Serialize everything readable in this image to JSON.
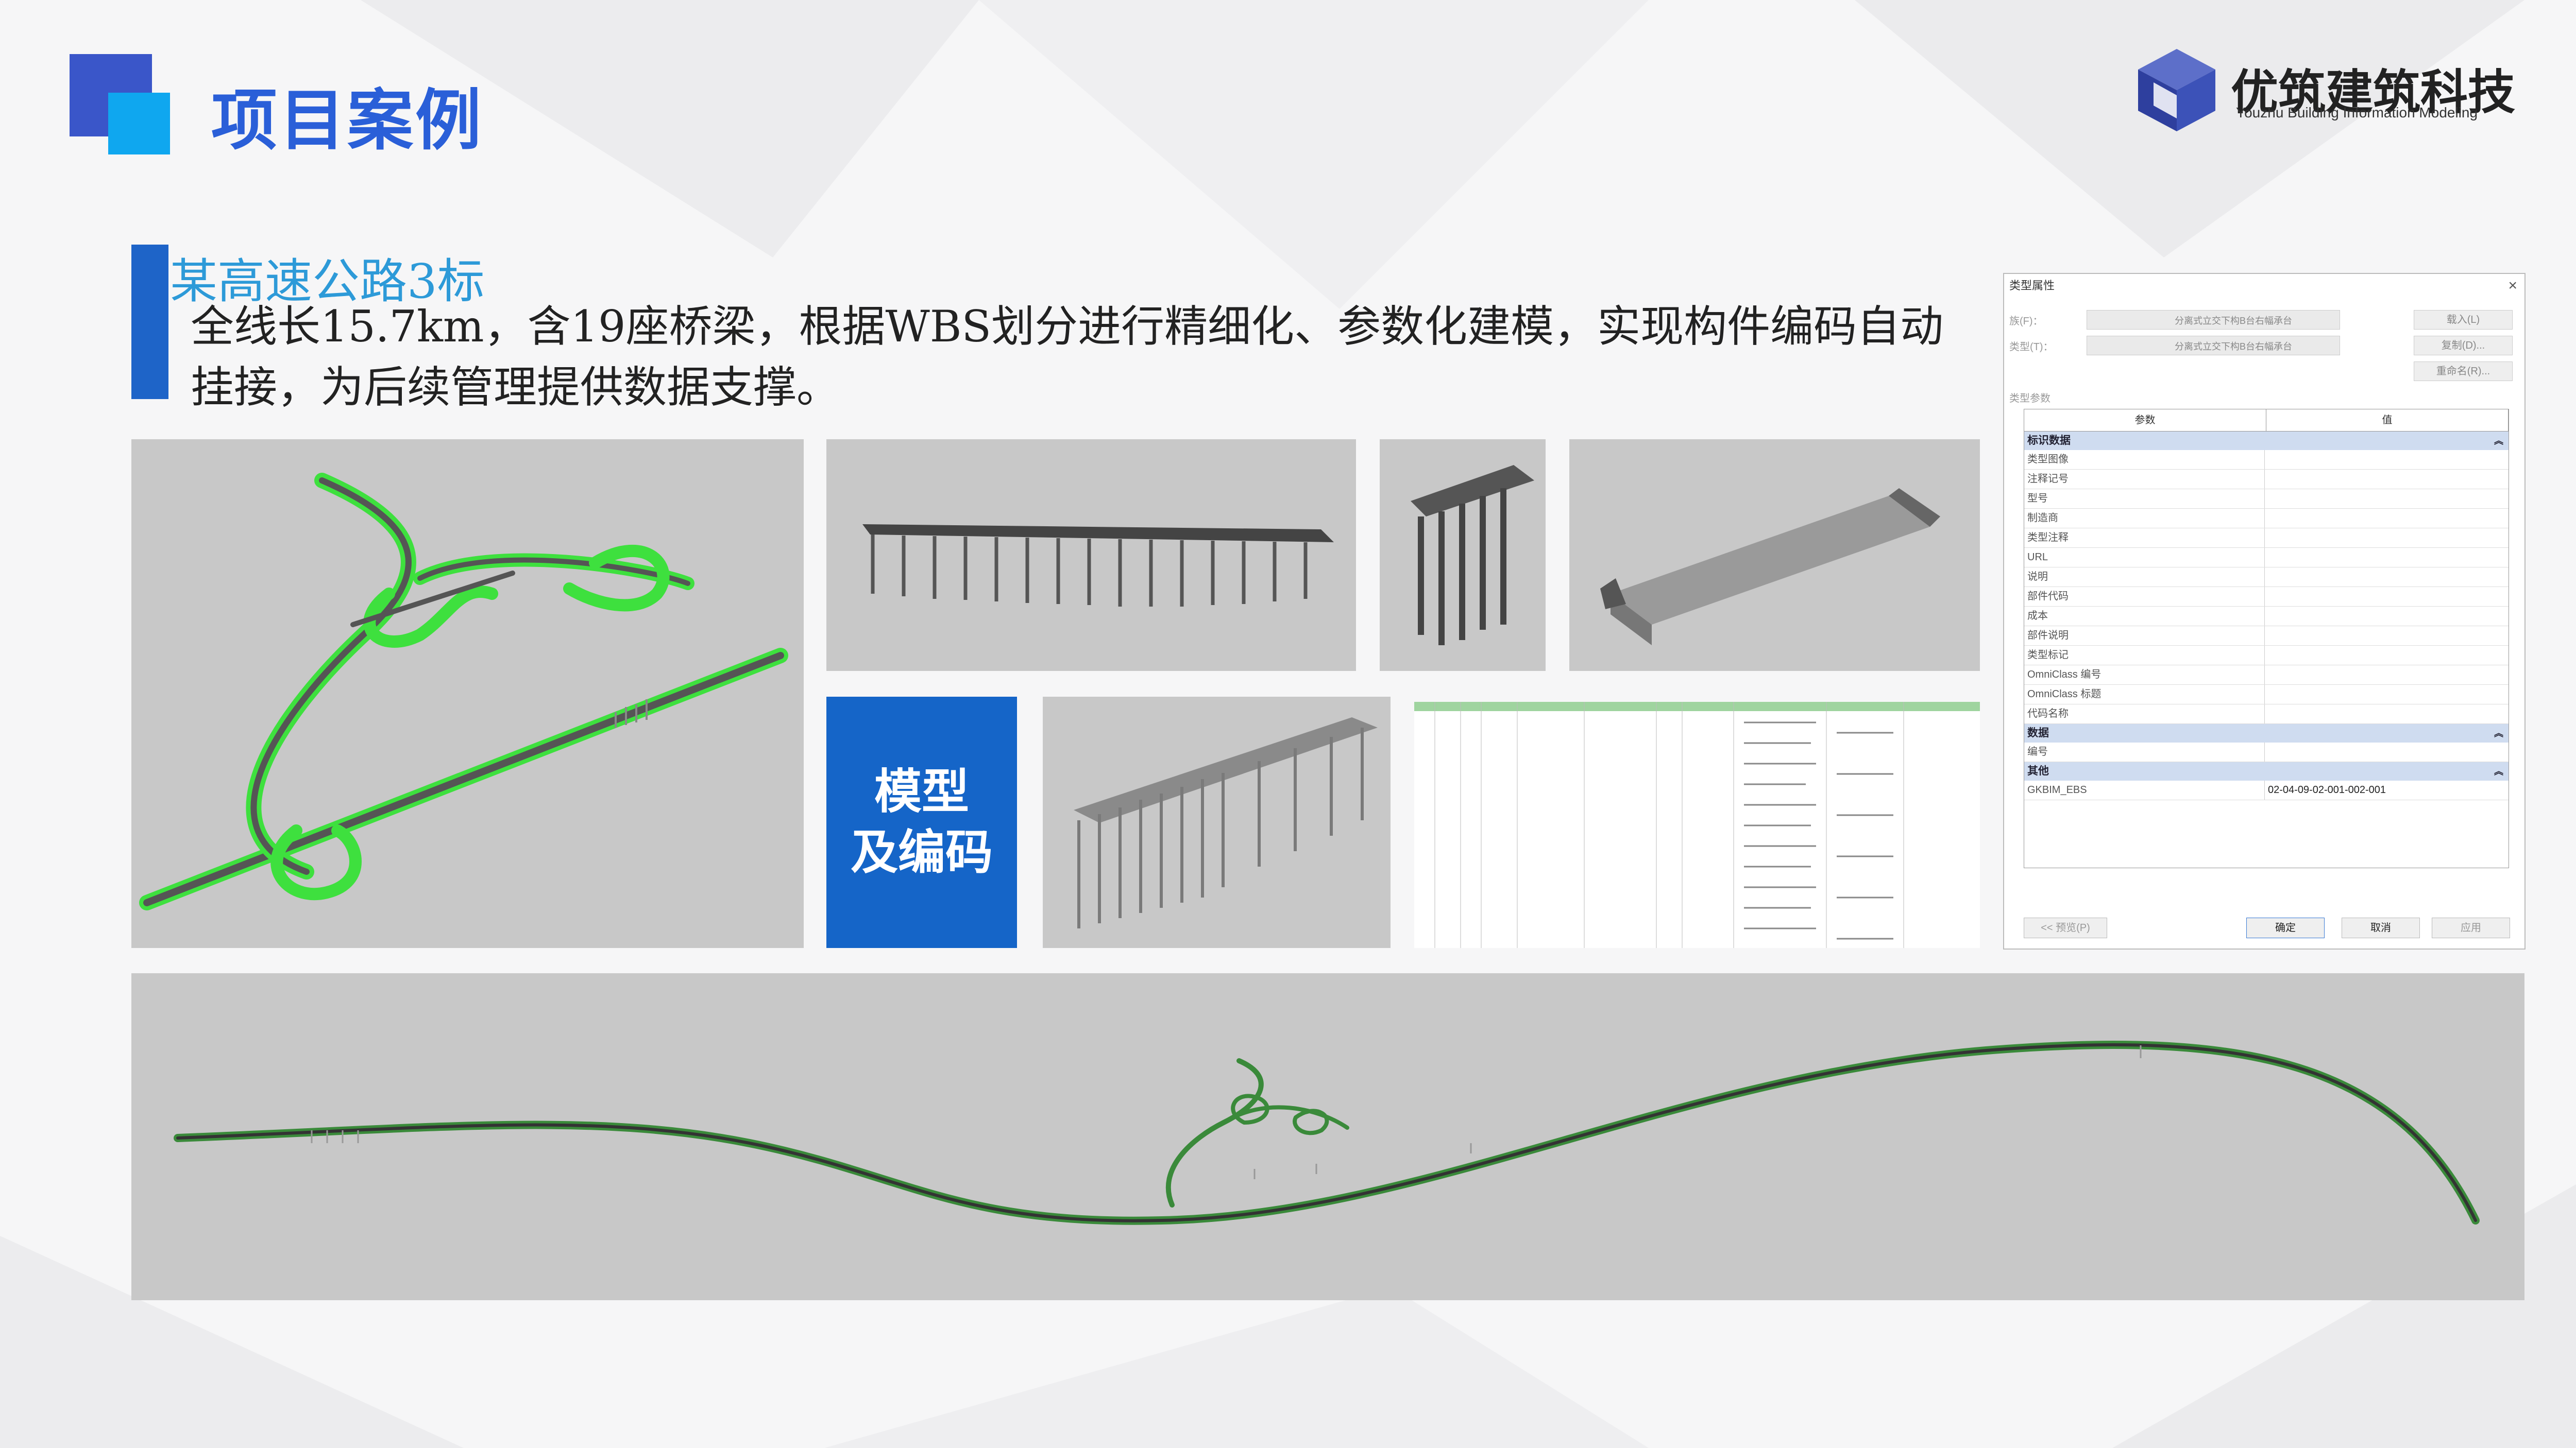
{
  "header": {
    "page_title": "项目案例",
    "logo_text": "优筑建筑科技",
    "logo_subtitle": "Youzhu Building Information Modeling"
  },
  "project": {
    "title": "某高速公路3标",
    "description": "全线长15.7km，含19座桥梁，根据WBS划分进行精细化、参数化建模，实现构件编码自动挂接，为后续管理提供数据支撑。"
  },
  "card": {
    "line1": "模型",
    "line2": "及编码"
  },
  "dialog": {
    "title": "类型属性",
    "family_label": "族(F)：",
    "family_value": "分离式立交下构B台右幅承台",
    "type_label": "类型(T)：",
    "type_value": "分离式立交下构B台右幅承台",
    "load_button": "载入(L)",
    "duplicate_button": "复制(D)...",
    "rename_button": "重命名(R)...",
    "type_params_label": "类型参数",
    "col_param": "参数",
    "col_value": "值",
    "section_identity": "标识数据",
    "identity_rows": [
      "类型图像",
      "注释记号",
      "型号",
      "制造商",
      "类型注释",
      "URL",
      "说明",
      "部件代码",
      "成本",
      "部件说明",
      "类型标记",
      "OmniClass 编号",
      "OmniClass 标题",
      "代码名称"
    ],
    "section_data": "数据",
    "data_rows": [
      "编号"
    ],
    "section_other": "其他",
    "other_param": "GKBIM_EBS",
    "other_value": "02-04-09-02-001-002-001",
    "preview_button": "<< 预览(P)",
    "ok_button": "确定",
    "cancel_button": "取消",
    "apply_button": "应用"
  },
  "colors": {
    "title_blue": "#2a5fd8",
    "accent_blue": "#1565c8",
    "light_blue": "#0fa7ef",
    "road_green": "#3ee03e",
    "panel_gray": "#c8c8c8"
  }
}
